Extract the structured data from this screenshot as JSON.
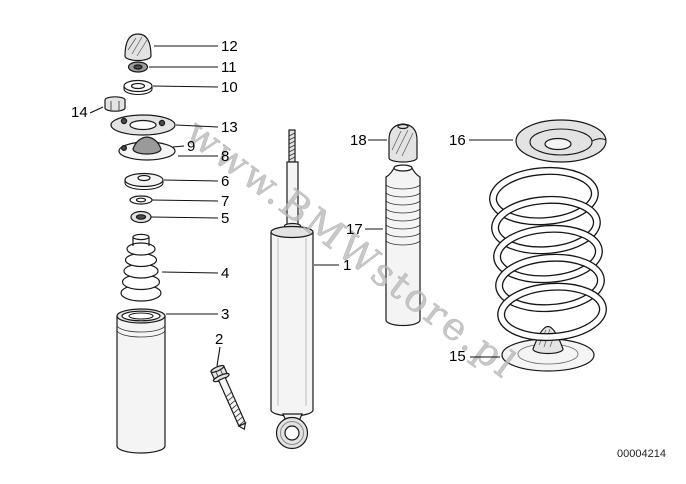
{
  "diagram": {
    "doc_number": "00004214",
    "watermark": "www.BMWstore.pl",
    "colors": {
      "background": "#ffffff",
      "line": "#1a1a1a",
      "watermark_gray": "#bdbdbd"
    },
    "callouts": [
      {
        "label": "1"
      },
      {
        "label": "2"
      },
      {
        "label": "3"
      },
      {
        "label": "4"
      },
      {
        "label": "5"
      },
      {
        "label": "6"
      },
      {
        "label": "7"
      },
      {
        "label": "8"
      },
      {
        "label": "9"
      },
      {
        "label": "10"
      },
      {
        "label": "11"
      },
      {
        "label": "12"
      },
      {
        "label": "13"
      },
      {
        "label": "14"
      },
      {
        "label": "15"
      },
      {
        "label": "16"
      },
      {
        "label": "17"
      },
      {
        "label": "18"
      }
    ]
  }
}
